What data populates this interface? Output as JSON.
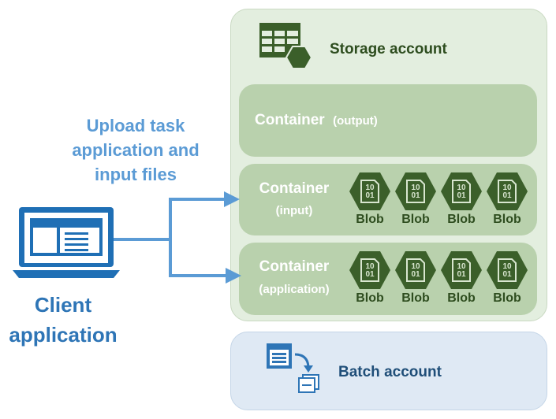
{
  "storage": {
    "title": "Storage account",
    "containers": [
      {
        "word": "Container",
        "role": "(output)"
      },
      {
        "word": "Container",
        "role": "(input)",
        "blobs": [
          "Blob",
          "Blob",
          "Blob",
          "Blob"
        ]
      },
      {
        "word": "Container",
        "role": "(application)",
        "blobs": [
          "Blob",
          "Blob",
          "Blob",
          "Blob"
        ]
      }
    ],
    "blob_bits": [
      "10",
      "01"
    ]
  },
  "batch": {
    "title": "Batch account"
  },
  "upload": {
    "line1": "Upload task",
    "line2": "application and",
    "line3": "input files"
  },
  "client": {
    "line1": "Client",
    "line2": "application"
  },
  "colors": {
    "storage_bg": "#e3eedf",
    "container_bg": "#b9d1ad",
    "hex_dark": "#3b5f2a",
    "batch_bg": "#dfe9f4",
    "arrow_blue": "#5b9bd5",
    "client_blue": "#2e75b6",
    "laptop_blue": "#1f6fb5"
  },
  "icons": [
    "storage-table-icon",
    "blob-icon",
    "batch-job-icon",
    "laptop-icon",
    "arrow-icon"
  ]
}
